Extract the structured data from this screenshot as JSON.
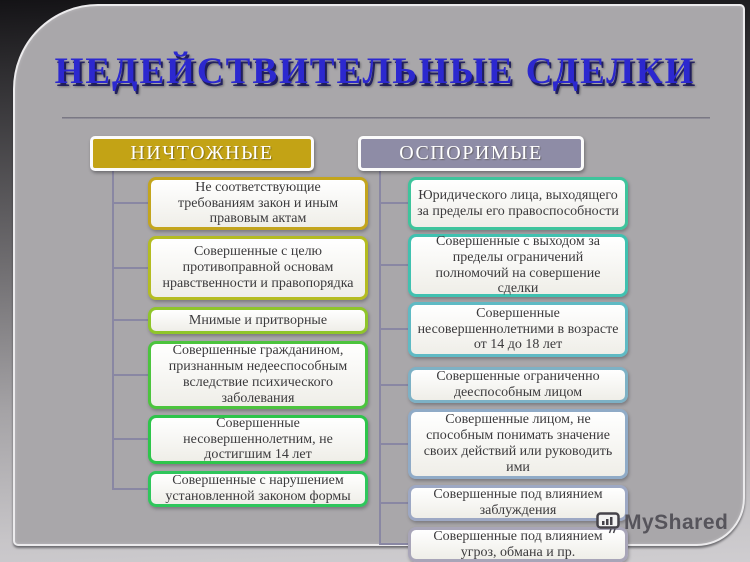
{
  "slide": {
    "title": "НЕДЕЙСТВИТЕЛЬНЫЕ СДЕЛКИ",
    "watermark": "MyShared",
    "colors": {
      "title": "#2c28cf",
      "connector": "#8987a3",
      "panel_background": "#a9a7aa",
      "item_text": "#3b3a3c"
    },
    "columns": [
      {
        "header": "НИЧТОЖНЫЕ",
        "header_bg": "#c3a315",
        "items": [
          {
            "text": "Не соответствующие требованиям закон и иным правовым актам",
            "border": "#c3a51d"
          },
          {
            "text": "Совершенные с целю противоправной основам нравственности и правопорядка",
            "border": "#b4bc21"
          },
          {
            "text": "Мнимые и притворные",
            "border": "#8fc52a"
          },
          {
            "text": "Совершенные гражданином, признанным недееспособным вследствие психического заболевания",
            "border": "#4cc43e"
          },
          {
            "text": "Совершенные несовершеннолетним, не достигшим 14 лет",
            "border": "#2ec54b"
          },
          {
            "text": "Совершенные с нарушением установленной законом формы",
            "border": "#2fc65c"
          }
        ]
      },
      {
        "header": "ОСПОРИМЫЕ",
        "header_bg": "#8e8ca6",
        "items": [
          {
            "text": "Юридического лица, выходящего за пределы его правоспособности",
            "border": "#3ec49c"
          },
          {
            "text": "Совершенные с выходом за пределы ограничений полномочий на совершение сделки",
            "border": "#40c1b0"
          },
          {
            "text": "Совершенные несовершеннолетними в возрасте от 14 до 18 лет",
            "border": "#5fbac4"
          },
          {
            "text": "Совершенные ограниченно дееспособным лицом",
            "border": "#7db1c5"
          },
          {
            "text": "Совершенные лицом, не способным понимать значение своих действий или руководить ими",
            "border": "#90abc7"
          },
          {
            "text": "Совершенные под влиянием заблуждения",
            "border": "#9da8c4"
          },
          {
            "text": "Совершенные под влиянием угроз, обмана и пр.",
            "border": "#a8a5b8"
          }
        ]
      }
    ]
  }
}
